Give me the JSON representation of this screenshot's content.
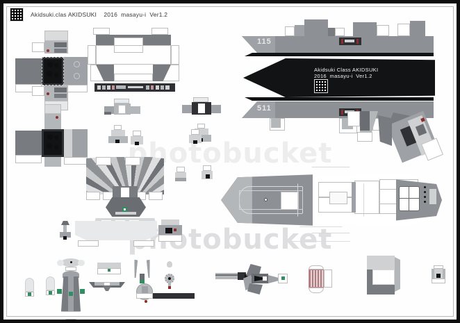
{
  "sheet": {
    "title_bar": {
      "qr_icon": "qr-code-icon",
      "text": "Akidsuki.clas AKIDSUKI    2016  masayu-i  Ver1.2"
    },
    "watermark": {
      "line1": "photobucket",
      "line2": "photobucket"
    },
    "background_color": "#fefefe",
    "frame_color": "#0d0d0d"
  },
  "hull": {
    "upper_number": "115",
    "lower_number": "511",
    "plate_line1": "Akidsuki Class AKIDSUKI",
    "plate_line2": "2016  masayu-i  Ver1.2",
    "plate_qr": "qr-code-icon",
    "plate_bg": "#121315",
    "deck_gray": "#8d9094"
  },
  "colors": {
    "gray_light": "#cfd1d3",
    "gray_mid": "#8d9094",
    "gray_dark": "#6a6e72",
    "black": "#121315",
    "accent_red": "#8e2b2b",
    "accent_green": "#2f8f63"
  },
  "parts": [
    {
      "id": "turret-a",
      "name": "main-gun-turret-cross-net-upper"
    },
    {
      "id": "turret-b",
      "name": "main-gun-turret-cross-net-lower"
    },
    {
      "id": "bridge-net",
      "name": "bridge-superstructure-net"
    },
    {
      "id": "bridge-small-1",
      "name": "small-block-net-1"
    },
    {
      "id": "bridge-small-2",
      "name": "small-block-net-2"
    },
    {
      "id": "vls-block",
      "name": "vls-deck-block-net"
    },
    {
      "id": "funnel-net",
      "name": "funnel-mast-net"
    },
    {
      "id": "radar-dome",
      "name": "radar-dome-net"
    },
    {
      "id": "hull-side",
      "name": "hull-side-profile"
    },
    {
      "id": "deck-plan",
      "name": "deck-plan-top-view"
    },
    {
      "id": "mast-part",
      "name": "lattice-mast-part"
    },
    {
      "id": "crane-part",
      "name": "crane-boom-part"
    },
    {
      "id": "boat-part",
      "name": "ships-boat-part"
    },
    {
      "id": "launcher-part",
      "name": "missile-launcher-part"
    },
    {
      "id": "helipad-part",
      "name": "helipad-panel-part"
    },
    {
      "id": "small-cylinder",
      "name": "small-cylinder-part"
    }
  ]
}
